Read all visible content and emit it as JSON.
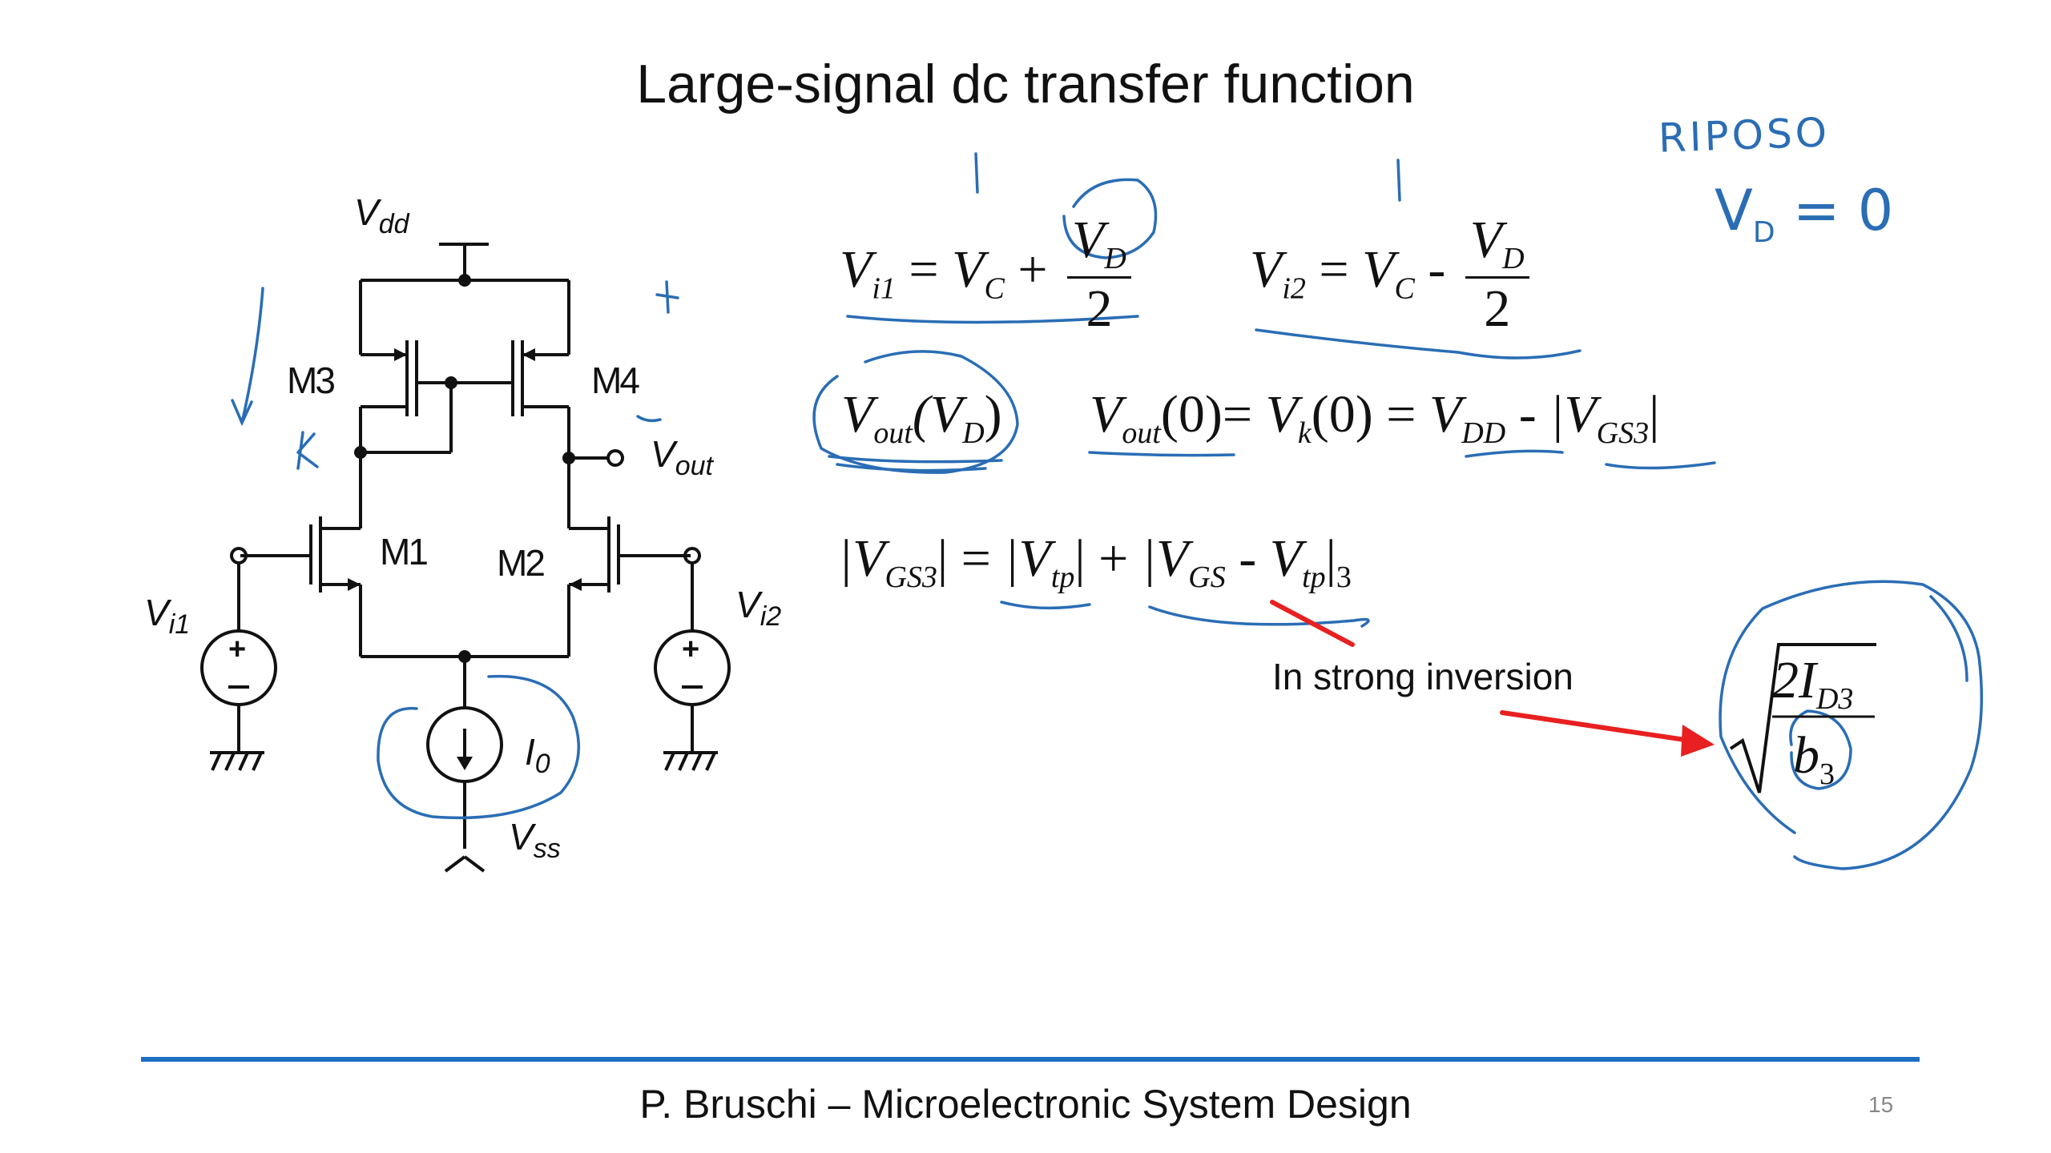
{
  "slide": {
    "title": "Large-signal dc transfer function",
    "footer": "P. Bruschi – Microelectronic System Design",
    "page_number": "15"
  },
  "circuit": {
    "vdd_main": "V",
    "vdd_sub": "dd",
    "m3": "M3",
    "m4": "M4",
    "m1": "M1",
    "m2": "M2",
    "vout_main": "V",
    "vout_sub": "out",
    "vi1_main": "V",
    "vi1_sub": "i1",
    "vi2_main": "V",
    "vi2_sub": "i2",
    "i0_main": "I",
    "i0_sub": "0",
    "vss_main": "V",
    "vss_sub": "ss",
    "plus": "+"
  },
  "equations": {
    "eq1": {
      "lhs": "V",
      "lhs_sub": "i1",
      "eq": " = ",
      "v": "V",
      "v_sub": "C",
      "op": " + ",
      "num": "V",
      "num_sub": "D",
      "den": "2"
    },
    "eq2": {
      "lhs": "V",
      "lhs_sub": "i2",
      "eq": " = ",
      "v": "V",
      "v_sub": "C",
      "op": " - ",
      "num": "V",
      "num_sub": "D",
      "den": "2"
    },
    "eq3": {
      "a": "V",
      "a_sub": "out",
      "b": "(V",
      "b_sub": "D",
      "b_close": ")"
    },
    "eq4": {
      "a": "V",
      "a_sub": "out",
      "b": "(0)= ",
      "c": "V",
      "c_sub": "k",
      "d": "(0) = ",
      "e": "V",
      "e_sub": "DD",
      "f": " - ",
      "g": "|V",
      "g_sub": "GS3",
      "g_close": "|"
    },
    "eq5": {
      "a": "|V",
      "a_sub": "GS3",
      "b": "| = ",
      "c": "|V",
      "c_sub": "tp",
      "d": "| + ",
      "e": "|V",
      "e_sub": "GS",
      "f": " - ",
      "g": "V",
      "g_sub": "tp",
      "h": "|",
      "h_sub": "3"
    },
    "sqrt": {
      "num": "2I",
      "num_sub": "D3",
      "den": "b",
      "den_sub": "3"
    }
  },
  "annotations": {
    "strong_inversion": "In strong inversion",
    "hand_riposo": "RIPOSO",
    "hand_vd0": "V",
    "hand_vd0_sub": "D",
    "hand_vd0_rest": " = 0"
  },
  "colors": {
    "accent": "#1e6fbf",
    "ink_blue": "#2a6db5",
    "arrow_red": "#e82020"
  }
}
